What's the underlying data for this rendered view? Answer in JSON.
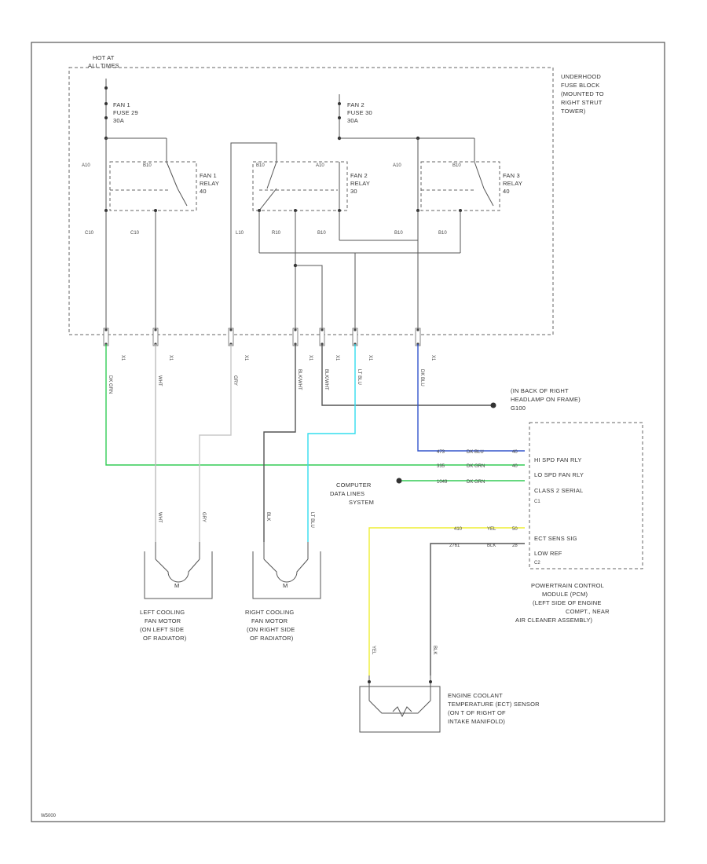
{
  "fuse_block": {
    "hot_label": [
      "HOT AT",
      "ALL TIMES"
    ],
    "fan1_fuse": [
      "FAN 1",
      "FUSE 29",
      "30A"
    ],
    "fan2_fuse": [
      "FAN 2",
      "FUSE 30",
      "30A"
    ],
    "name": [
      "UNDERHOOD",
      "FUSE BLOCK",
      "(MOUNTED TO",
      "RIGHT STRUT",
      "TOWER)"
    ]
  },
  "relays": {
    "fan1": [
      "FAN 1",
      "RELAY",
      "40"
    ],
    "fan2": [
      "FAN 2",
      "RELAY",
      "30"
    ],
    "fan3": [
      "FAN 3",
      "RELAY",
      "40"
    ]
  },
  "terminals": {
    "left": [
      "C10",
      "C10",
      "L10",
      "R10",
      "B10",
      "B10",
      "B10"
    ],
    "contacts": [
      "A10",
      "B10",
      "B10",
      "A10",
      "A10",
      "B10"
    ]
  },
  "harness_connector": [
    "X1",
    "X1",
    "X1",
    "X1",
    "X1",
    "X1",
    "X1"
  ],
  "wire_colors": {
    "w1": "DK GRN",
    "w2": "WHT",
    "w3": "GRY",
    "w4": "BLK/WHT",
    "w5": "BLK/WHT",
    "w6": "LT BLU",
    "w7": "DK BLU"
  },
  "ground_label": [
    "(IN BACK OF RIGHT",
    "HEADLAMP ON FRAME)",
    "G100"
  ],
  "pcm": {
    "pins": [
      {
        "circuit": "473",
        "color": "DK BLU",
        "pin": "40",
        "label": "HI SPD FAN RLY"
      },
      {
        "circuit": "335",
        "color": "DK GRN",
        "pin": "40",
        "label": "LO SPD FAN RLY"
      },
      {
        "circuit": "1049",
        "color": "DK GRN",
        "pin": "",
        "label": "CLASS 2 SERIAL"
      },
      {
        "circuit": "410",
        "color": "YEL",
        "pin": "50",
        "label": "ECT SENS SIG"
      },
      {
        "circuit": "2761",
        "color": "BLK",
        "pin": "28",
        "label": "LOW REF"
      }
    ],
    "connector_tags": [
      "C1",
      "C2"
    ],
    "name": [
      "POWERTRAIN CONTROL",
      "MODULE (PCM)",
      "(LEFT SIDE OF ENGINE",
      "COMPT., NEAR",
      "AIR CLEANER ASSEMBLY)"
    ]
  },
  "data_link": [
    "COMPUTER",
    "DATA LINES",
    "SYSTEM"
  ],
  "left_fan": {
    "wires": [
      "WHT",
      "GRY"
    ],
    "motor": "M",
    "name": [
      "LEFT COOLING",
      "FAN MOTOR",
      "(ON LEFT SIDE",
      "OF RADIATOR)"
    ]
  },
  "right_fan": {
    "wires": [
      "BLK",
      "LT BLU"
    ],
    "motor": "M",
    "name": [
      "RIGHT COOLING",
      "FAN MOTOR",
      "(ON RIGHT SIDE",
      "OF RADIATOR)"
    ]
  },
  "ect": {
    "wires": [
      "YEL",
      "BLK"
    ],
    "name": [
      "ENGINE COOLANT",
      "TEMPERATURE (ECT) SENSOR",
      "(ON T OF RIGHT OF",
      "INTAKE MANIFOLD)"
    ]
  },
  "footer_code": "W5000"
}
